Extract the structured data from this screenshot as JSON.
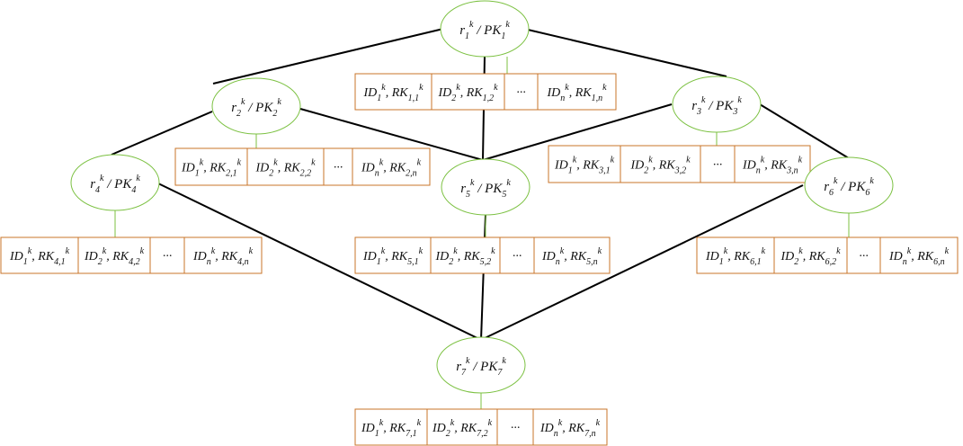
{
  "nodes": [
    {
      "id": "n1",
      "index": "1",
      "label_r": "r",
      "label_pk": "PK",
      "sup": "k"
    },
    {
      "id": "n2",
      "index": "2",
      "label_r": "r",
      "label_pk": "PK",
      "sup": "k"
    },
    {
      "id": "n3",
      "index": "3",
      "label_r": "r",
      "label_pk": "PK",
      "sup": "k"
    },
    {
      "id": "n4",
      "index": "4",
      "label_r": "r",
      "label_pk": "PK",
      "sup": "k"
    },
    {
      "id": "n5",
      "index": "5",
      "label_r": "r",
      "label_pk": "PK",
      "sup": "k"
    },
    {
      "id": "n6",
      "index": "6",
      "label_r": "r",
      "label_pk": "PK",
      "sup": "k"
    },
    {
      "id": "n7",
      "index": "7",
      "label_r": "r",
      "label_pk": "PK",
      "sup": "k"
    }
  ],
  "edges": [
    [
      "n1",
      "n2"
    ],
    [
      "n1",
      "n3"
    ],
    [
      "n1",
      "n5"
    ],
    [
      "n2",
      "n4"
    ],
    [
      "n2",
      "n5"
    ],
    [
      "n3",
      "n5"
    ],
    [
      "n3",
      "n6"
    ],
    [
      "n4",
      "n7"
    ],
    [
      "n5",
      "n7"
    ],
    [
      "n6",
      "n7"
    ]
  ],
  "tables": [
    {
      "node": "n1",
      "cells": [
        {
          "id_sub": "1",
          "rk_sub": "1,1"
        },
        {
          "id_sub": "2",
          "rk_sub": "1,2"
        },
        {
          "ellipsis": "···"
        },
        {
          "id_sub": "n",
          "rk_sub": "1,n"
        }
      ]
    },
    {
      "node": "n2",
      "cells": [
        {
          "id_sub": "1",
          "rk_sub": "2,1"
        },
        {
          "id_sub": "2",
          "rk_sub": "2,2"
        },
        {
          "ellipsis": "···"
        },
        {
          "id_sub": "n",
          "rk_sub": "2,n"
        }
      ]
    },
    {
      "node": "n3",
      "cells": [
        {
          "id_sub": "1",
          "rk_sub": "3,1"
        },
        {
          "id_sub": "2",
          "rk_sub": "3,2"
        },
        {
          "ellipsis": "···"
        },
        {
          "id_sub": "n",
          "rk_sub": "3,n"
        }
      ]
    },
    {
      "node": "n4",
      "cells": [
        {
          "id_sub": "1",
          "rk_sub": "4,1"
        },
        {
          "id_sub": "2",
          "rk_sub": "4,2"
        },
        {
          "ellipsis": "···"
        },
        {
          "id_sub": "n",
          "rk_sub": "4,n"
        }
      ]
    },
    {
      "node": "n5",
      "cells": [
        {
          "id_sub": "1",
          "rk_sub": "5,1"
        },
        {
          "id_sub": "2",
          "rk_sub": "5,2"
        },
        {
          "ellipsis": "···"
        },
        {
          "id_sub": "n",
          "rk_sub": "5,n"
        }
      ]
    },
    {
      "node": "n6",
      "cells": [
        {
          "id_sub": "1",
          "rk_sub": "6,1"
        },
        {
          "id_sub": "2",
          "rk_sub": "6,2"
        },
        {
          "ellipsis": "···"
        },
        {
          "id_sub": "n",
          "rk_sub": "6,n"
        }
      ]
    },
    {
      "node": "n7",
      "cells": [
        {
          "id_sub": "1",
          "rk_sub": "7,1"
        },
        {
          "id_sub": "2",
          "rk_sub": "7,2"
        },
        {
          "ellipsis": "···"
        },
        {
          "id_sub": "n",
          "rk_sub": "7,n"
        }
      ]
    }
  ],
  "cell_text": {
    "id": "ID",
    "rk": "RK",
    "sep": ", ",
    "sup": "k"
  },
  "colors": {
    "node_stroke": "#7cc142",
    "table_stroke": "#c8742a",
    "edge": "#000000"
  }
}
